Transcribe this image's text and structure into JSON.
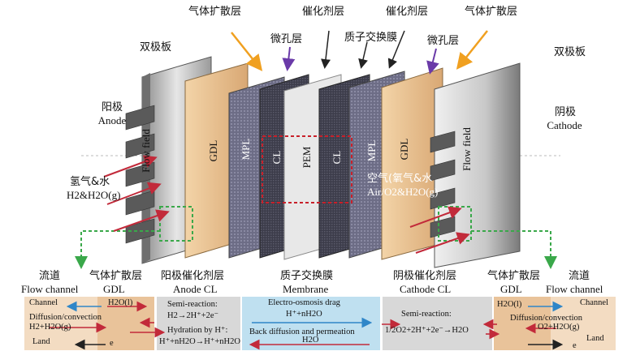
{
  "top": {
    "bipolar_left": "双极板",
    "bipolar_right": "双极板",
    "gdl_left": "气体扩散层",
    "gdl_right": "气体扩散层",
    "mpl_left": "微孔层",
    "mpl_right": "微孔层",
    "cl_top": "催化剂层",
    "cl_top2": "催化剂层",
    "pem_top": "质子交换膜",
    "anode_cn": "阳极",
    "anode_en": "Anode",
    "cathode_cn": "阴极",
    "cathode_en": "Cathode",
    "h2_cn": "氢气&水",
    "h2_en": "H2&H2O(g)",
    "air_cn": "空气(氧气&水",
    "air_en": "Air/O2&H2O(g)"
  },
  "layers": {
    "flow_left": "Flow field",
    "gdl_left": "GDL",
    "mpl_left": "MPL",
    "cl_left": "CL",
    "pem": "PEM",
    "cl_right": "CL",
    "mpl_right": "MPL",
    "gdl_right": "GDL",
    "flow_right": "Flow field"
  },
  "bottom": {
    "flow_channel_left_cn": "流道",
    "flow_channel_left_en": "Flow channel",
    "gdl_left_cn": "气体扩散层",
    "gdl_left_en": "GDL",
    "anode_cl_cn": "阳极催化剂层",
    "anode_cl_en": "Anode CL",
    "membrane_cn": "质子交换膜",
    "membrane_en": "Membrane",
    "cathode_cl_cn": "阴极催化剂层",
    "cathode_cl_en": "Cathode CL",
    "gdl_right_cn": "气体扩散层",
    "gdl_right_en": "GDL",
    "flow_channel_right_cn": "流道",
    "flow_channel_right_en": "Flow channel"
  },
  "left_panel": {
    "channel": "Channel",
    "h2o_l": "H2O(l)",
    "diffusion": "Diffusion/convection",
    "h2_h2o": "H2+H2O(g)",
    "land": "Land",
    "e": "e"
  },
  "anode_cl_panel": {
    "semi": "Semi-reaction:",
    "eq1": "H2→2H⁺+2e⁻",
    "hydration": "Hydration by H⁺:",
    "eq2": "H⁺+nH2O→H⁺+nH2O"
  },
  "membrane_panel": {
    "drag": "Electro-osmosis drag",
    "hnh2o": "H⁺+nH2O",
    "back": "Back diffusion and permeation",
    "h2o": "H2O"
  },
  "cathode_cl_panel": {
    "semi": "Semi-reaction:",
    "eq": "1/2O2+2H⁺+2e⁻→H2O"
  },
  "right_panel": {
    "h2o_l": "H2O(l)",
    "channel": "Channel",
    "diffusion": "Diffusion/convection",
    "o2_h2o": "O2+H2O(g)",
    "land": "Land",
    "e": "e"
  },
  "colors": {
    "gdl": "#e7c195",
    "panel_tan": "#efd1b0",
    "panel_gray": "#d8d8d8",
    "panel_blue": "#bfe0f0",
    "dotted_green": "#3aa84a",
    "dotted_red": "#c8202a",
    "arrow_red": "#c22a3a",
    "arrow_blue": "#2f86c8",
    "label_arrow": "#f0a020",
    "mpl_arrow": "#6a3aa8"
  }
}
